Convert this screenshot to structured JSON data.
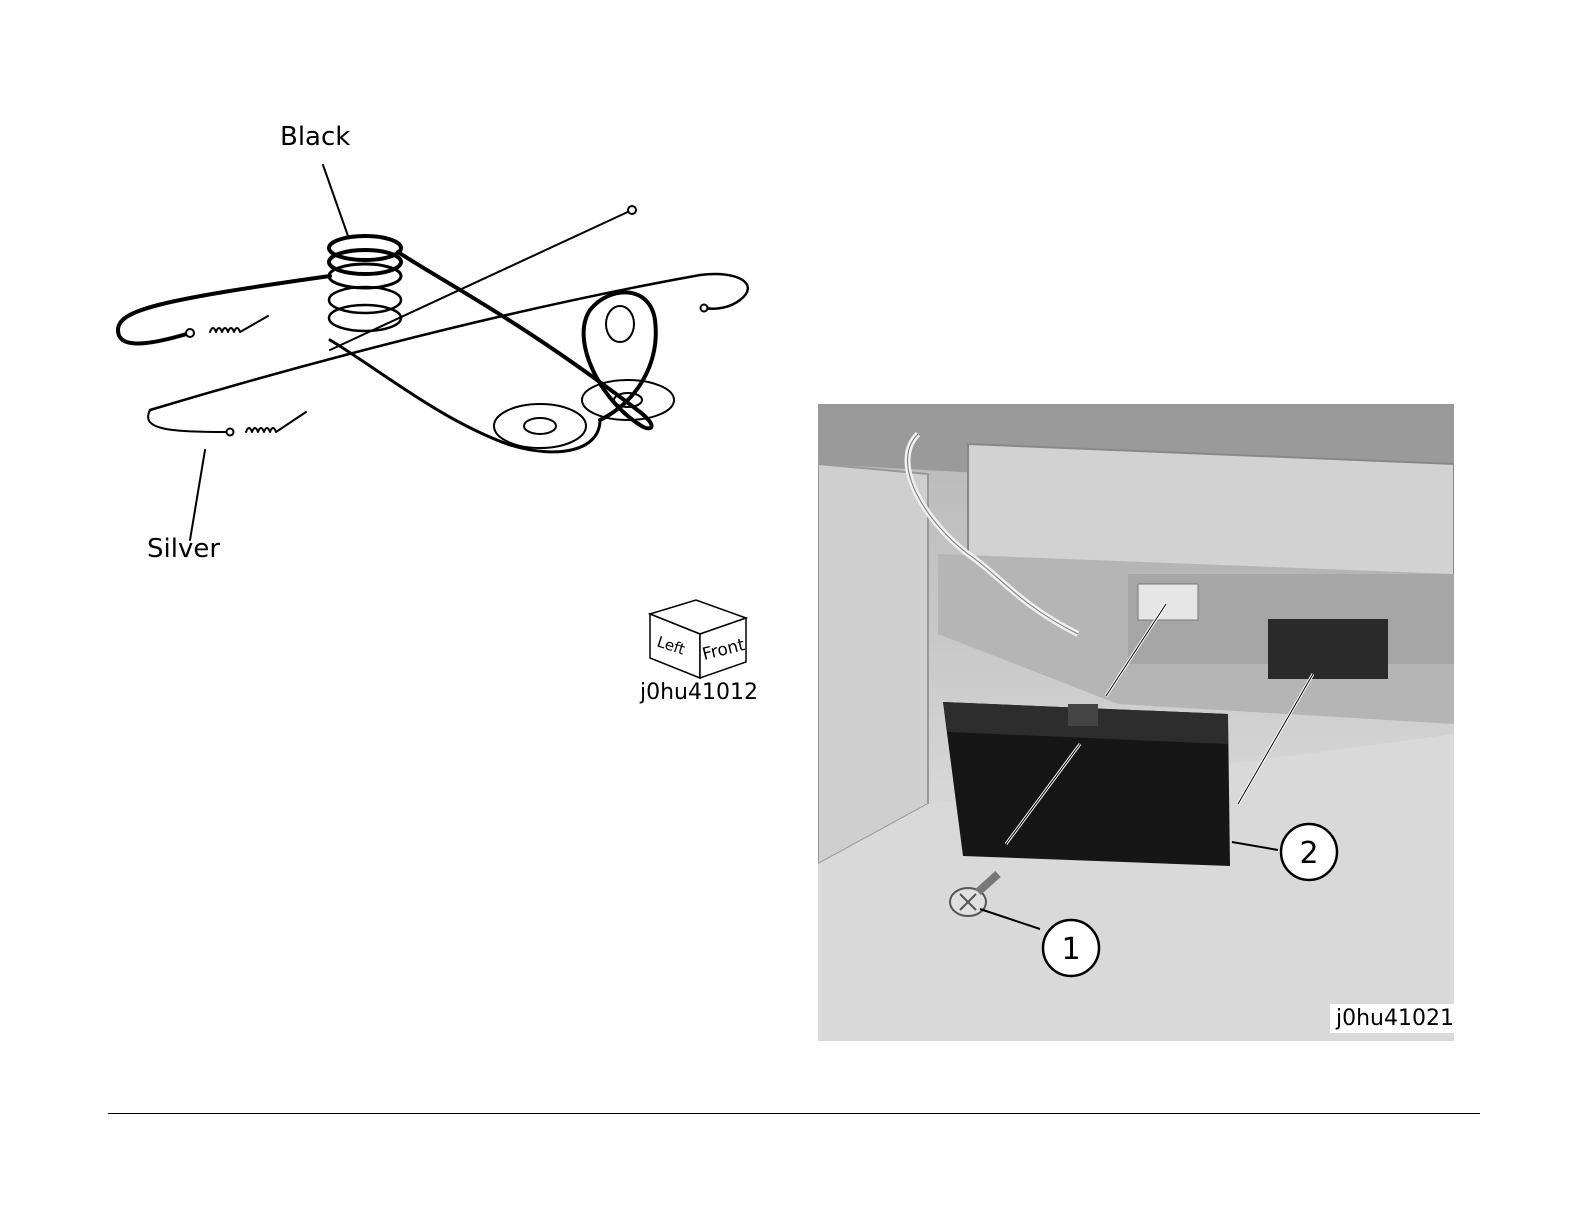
{
  "figure1": {
    "labels": {
      "black": "Black",
      "silver": "Silver"
    },
    "orientation": {
      "left": "Left",
      "front": "Front"
    },
    "id": "j0hu41012"
  },
  "figure2": {
    "callouts": [
      "1",
      "2"
    ],
    "id": "j0hu41021"
  }
}
